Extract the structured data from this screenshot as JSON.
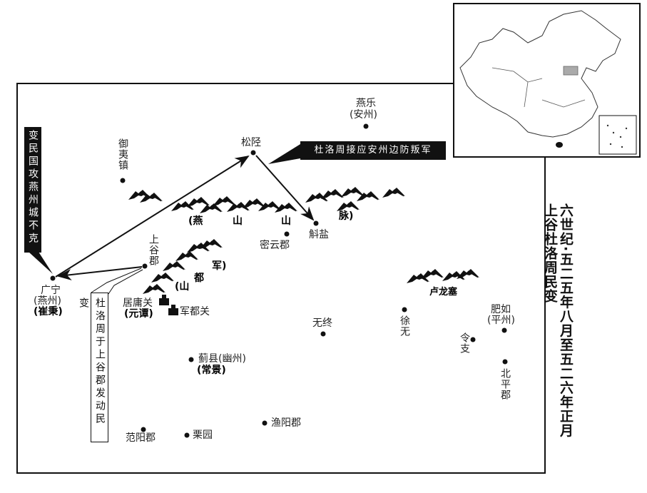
{
  "title": {
    "line1": "六世纪·五二五年八月至五二六年正月",
    "line2": "上谷杜洛周民变"
  },
  "callouts": {
    "yanzhou_attack": "变民国攻燕州城不克",
    "anzhou_support": "杜洛周接应安州边防叛军",
    "shanggu_uprising": "杜洛周于上谷郡发动民变"
  },
  "places": {
    "yanle": {
      "name": "燕乐",
      "alt": "(安州)"
    },
    "songxing": {
      "name": "松陉"
    },
    "yuyizhen": {
      "name": "御夷镇"
    },
    "shangguiun": {
      "name": "上谷郡"
    },
    "guangning": {
      "name": "广宁",
      "alt": "(燕州)",
      "person": "(崔秉)"
    },
    "miyun": {
      "name": "密云郡"
    },
    "huyan": {
      "name": "斛盐"
    },
    "juyongguan": {
      "name": "居庸关",
      "person": "(元谭)"
    },
    "jundouguan": {
      "name": "军都关"
    },
    "wuzhong": {
      "name": "无终"
    },
    "xuwu": {
      "name": "徐无"
    },
    "feiru": {
      "name": "肥如",
      "alt": "(平州)"
    },
    "lingzhi": {
      "name": "令支"
    },
    "beiping": {
      "name": "北平郡"
    },
    "jixian": {
      "name": "蓟县(幽州)",
      "person": "(常景)"
    },
    "yuyang": {
      "name": "渔阳郡"
    },
    "fanyang": {
      "name": "范阳郡"
    },
    "liyuan": {
      "name": "栗园"
    },
    "lulongsai": {
      "name": "卢龙塞"
    }
  },
  "mountains": {
    "yanshan": [
      "(燕",
      "山",
      "山",
      "脉)"
    ],
    "jundu": [
      "(山",
      "都",
      "军)"
    ]
  }
}
